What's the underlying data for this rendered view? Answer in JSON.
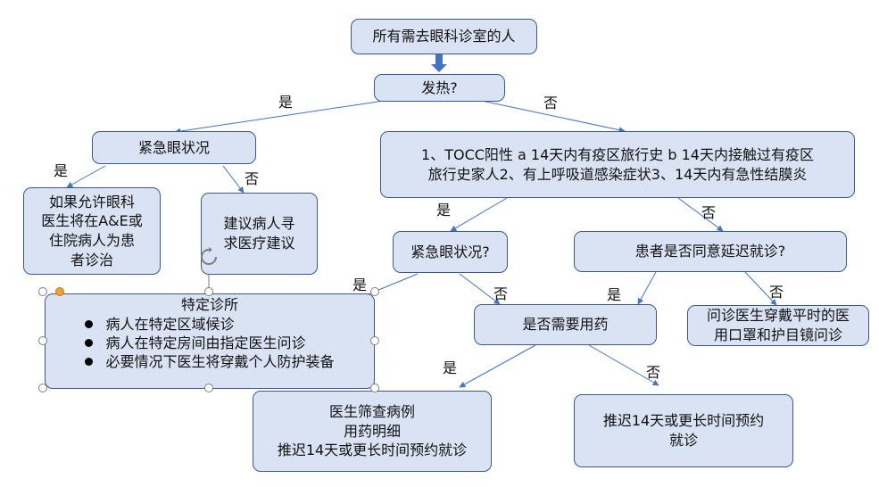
{
  "nodes": {
    "start": [
      "所有需去眼科诊室的人"
    ],
    "fever": [
      "发热?"
    ],
    "emergency1": [
      "紧急眼状况"
    ],
    "tocc": [
      "1、TOCC阳性 a  14天内有疫区旅行史 b   14天内接触过有疫区",
      "旅行史家人2、有上呼吸道感染症状3、14天内有急性结膜炎"
    ],
    "ae": [
      "如果允许眼科",
      "医生将在A&E或",
      "住院病人为患",
      "者诊治"
    ],
    "advise": [
      "建议病人寻",
      "求医疗建议"
    ],
    "emergency2": [
      "紧急眼状况?"
    ],
    "delay": [
      "患者是否同意延迟就诊?"
    ],
    "special_title": [
      "特定诊所"
    ],
    "need_med": [
      "是否需要用药"
    ],
    "consult": [
      "问诊医生穿戴平时的医",
      "用口罩和护目镜问诊"
    ],
    "screen": [
      "医生筛查病例",
      "用药明细",
      "推迟14天或更长时间预约就诊"
    ],
    "postpone": [
      "推迟14天或更长时间预约",
      "就诊"
    ]
  },
  "special_bullets": [
    "病人在特定区域候诊",
    "病人在特定房间由指定医生问诊",
    "必要情况下医生将穿戴个人防护装备"
  ],
  "labels": {
    "fever_yes": "是",
    "fever_no": "否",
    "em1_yes": "是",
    "em1_no": "否",
    "tocc_yes": "是",
    "tocc_no": "否",
    "em2_yes": "是",
    "em2_no": "否",
    "delay_yes": "是",
    "delay_no": "否",
    "med_yes": "是",
    "med_no": "否"
  },
  "colors": {
    "box_fill": "#dae3f3",
    "box_border": "#3a5a8c",
    "arrow": "#4472c4",
    "block_arrow": "#4472c4",
    "handle_orange": "#f0a030"
  },
  "icons": {
    "rotate_handle": "rotate-icon",
    "block_arrow": "down-arrow-icon"
  }
}
